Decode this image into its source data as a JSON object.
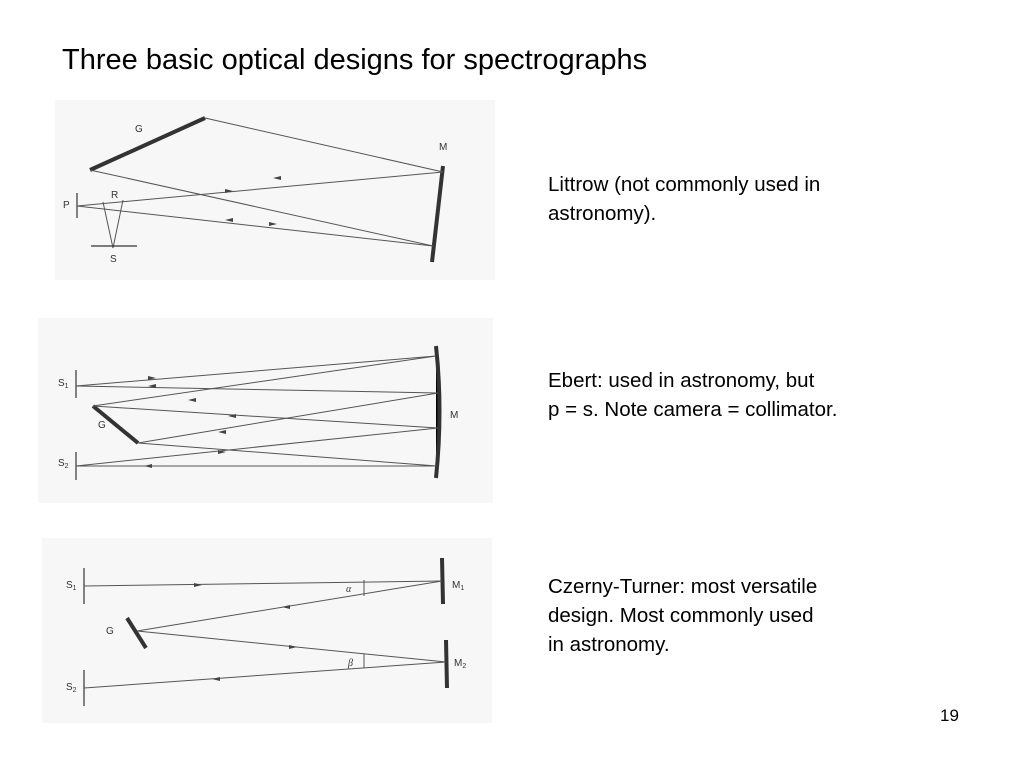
{
  "slide": {
    "title": "Three basic optical designs for spectrographs",
    "page_number": "19"
  },
  "designs": [
    {
      "lines": [
        "Littrow (not commonly used in",
        "astronomy)."
      ],
      "labels": {
        "grating": "G",
        "mirror": "M",
        "entrance": "P",
        "prism": "R",
        "exit": "S"
      }
    },
    {
      "lines": [
        "Ebert: used in astronomy, but",
        "p = s.  Note camera = collimator."
      ],
      "labels": {
        "slit1": "S",
        "slit1_sub": "1",
        "grating": "G",
        "mirror": "M",
        "slit2": "S",
        "slit2_sub": "2"
      }
    },
    {
      "lines": [
        "Czerny-Turner: most versatile",
        "design.  Most commonly used",
        "in astronomy."
      ],
      "labels": {
        "slit1": "S",
        "slit1_sub": "1",
        "mirror1": "M",
        "mirror1_sub": "1",
        "alpha": "α",
        "grating": "G",
        "beta": "β",
        "mirror2": "M",
        "mirror2_sub": "2",
        "slit2": "S",
        "slit2_sub": "2"
      }
    }
  ]
}
